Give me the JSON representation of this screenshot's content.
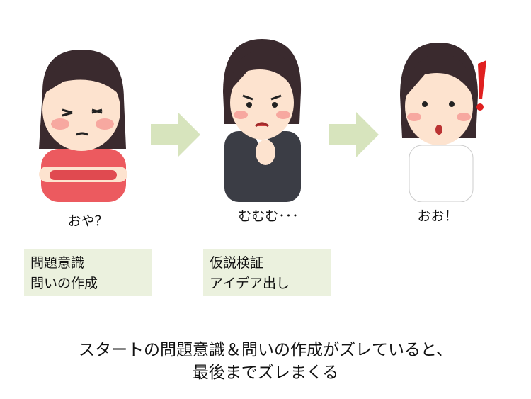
{
  "stages": [
    {
      "caption": "おや？",
      "box_lines": [
        "問題意識",
        "問いの作成"
      ]
    },
    {
      "caption": "むむむ･･･",
      "box_lines": [
        "仮説検証",
        "アイデア出し"
      ]
    },
    {
      "caption": "おお！"
    }
  ],
  "summary": {
    "line1": "スタートの問題意識＆問いの作成がズレていると、",
    "line2": "最後までズレまくる"
  },
  "colors": {
    "arrow": "#d7e4bd",
    "box": "#ebf1de",
    "hair": "#3a2a2e",
    "skin": "#fde3cf"
  }
}
